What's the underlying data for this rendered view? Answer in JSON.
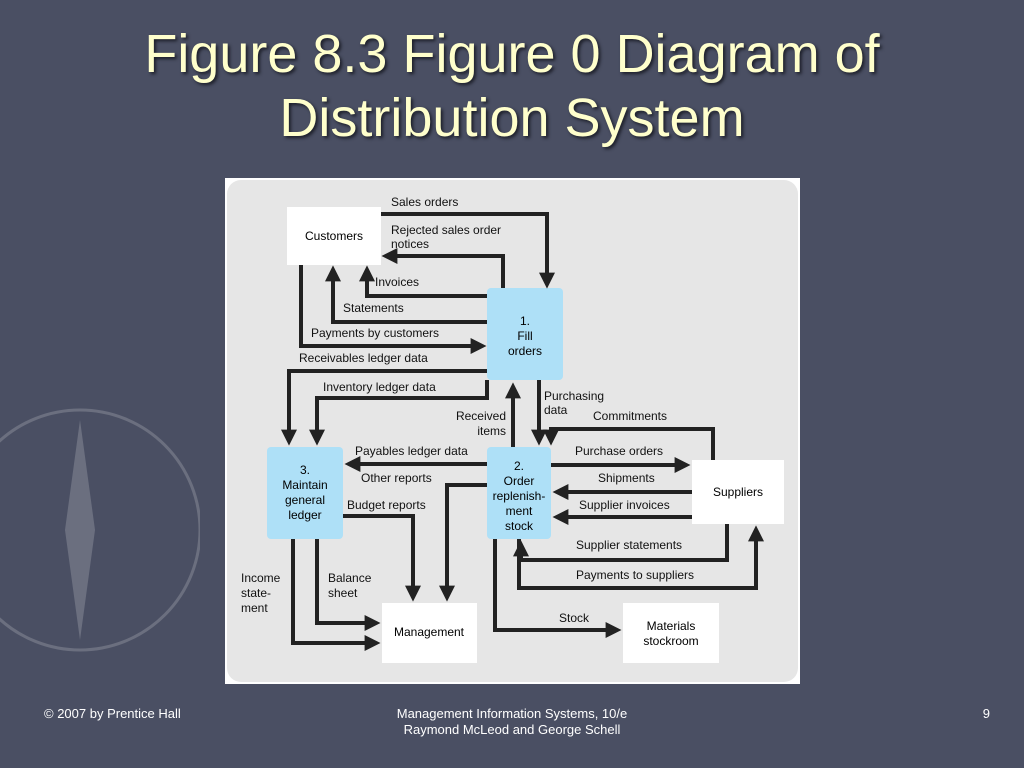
{
  "slide": {
    "title_line1": "Figure 8.3 Figure 0 Diagram of",
    "title_line2": "Distribution System"
  },
  "footer": {
    "copyright": "© 2007 by Prentice Hall",
    "book_line1": "Management Information Systems, 10/e",
    "book_line2": "Raymond McLeod and George Schell",
    "page_number": "9"
  },
  "diagram": {
    "entities": {
      "customers": "Customers",
      "suppliers": "Suppliers",
      "management": "Management",
      "stockroom_line1": "Materials",
      "stockroom_line2": "stockroom"
    },
    "processes": {
      "p1_line1": "1.",
      "p1_line2": "Fill",
      "p1_line3": "orders",
      "p2_line1": "2.",
      "p2_line2": "Order",
      "p2_line3": "replenish-",
      "p2_line4": "ment",
      "p2_line5": "stock",
      "p3_line1": "3.",
      "p3_line2": "Maintain",
      "p3_line3": "general",
      "p3_line4": "ledger"
    },
    "flows": {
      "sales_orders": "Sales orders",
      "rejected_line1": "Rejected sales order",
      "rejected_line2": "notices",
      "invoices": "Invoices",
      "statements": "Statements",
      "payments_by_customers": "Payments by customers",
      "receivables_ledger": "Receivables ledger data",
      "inventory_ledger": "Inventory ledger data",
      "purchasing_line1": "Purchasing",
      "purchasing_line2": "data",
      "received_line1": "Received",
      "received_line2": "items",
      "commitments": "Commitments",
      "payables_ledger": "Payables ledger data",
      "purchase_orders": "Purchase orders",
      "other_reports": "Other reports",
      "shipments": "Shipments",
      "budget_reports": "Budget reports",
      "supplier_invoices": "Supplier invoices",
      "supplier_statements": "Supplier statements",
      "payments_to_suppliers": "Payments to suppliers",
      "income_line1": "Income",
      "income_line2": "state-",
      "income_line3": "ment",
      "balance_line1": "Balance",
      "balance_line2": "sheet",
      "stock": "Stock"
    },
    "colors": {
      "process_fill": "#aee0f7",
      "panel_bg": "#e6e6e6",
      "arrow": "#222222"
    }
  }
}
